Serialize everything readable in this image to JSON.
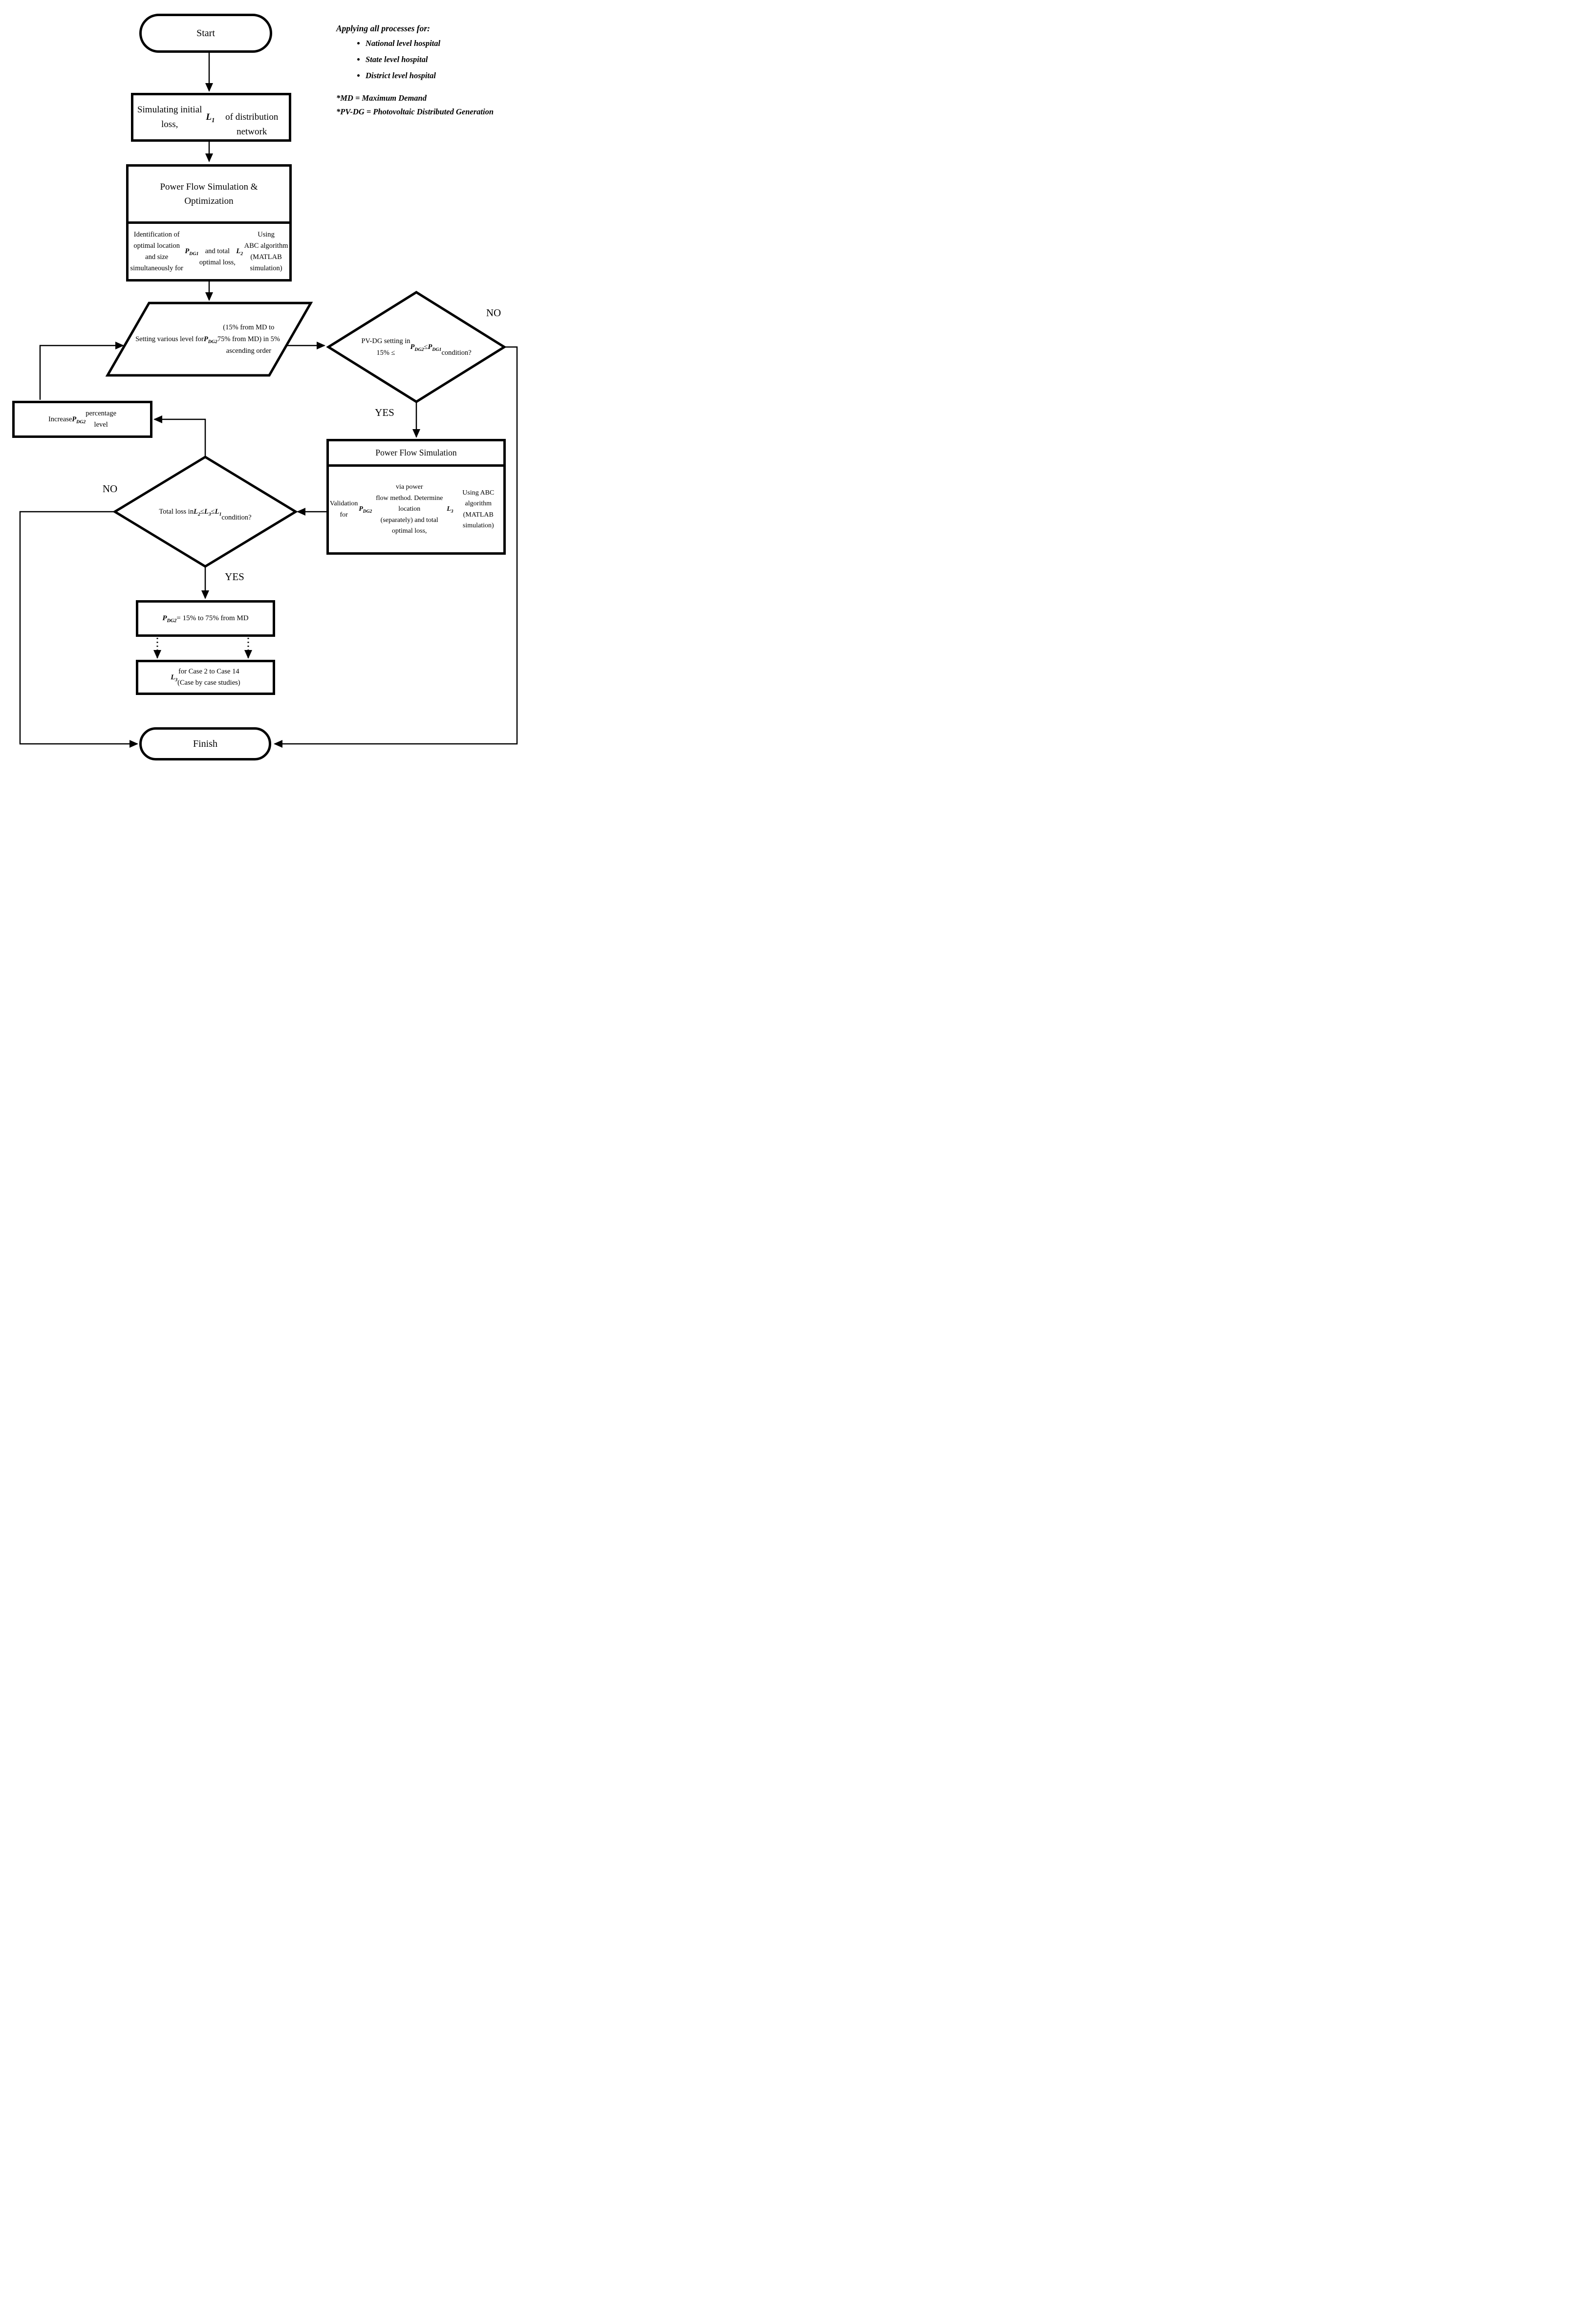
{
  "style": {
    "ink": "#000000",
    "paper": "#ffffff"
  },
  "side_note": {
    "title": "Applying all processes for:",
    "bullets": [
      "National level hospital",
      "State level hospital",
      "District level hospital"
    ],
    "footnote_md": "*MD = Maximum Demand",
    "footnote_pvdg": "*PV-DG = Photovoltaic Distributed Generation"
  },
  "nodes": {
    "start": {
      "label": "Start"
    },
    "sim_initial": {
      "label": "Simulating initial loss, **L_{1}**\nof distribution network"
    },
    "pfso": {
      "header": "Power Flow Simulation &\nOptimization",
      "body": "Identification of optimal location\nand size simultaneously for **P_{DG1}**\nand total optimal loss, **L_{2}** Using\nABC algorithm (MATLAB\nsimulation)"
    },
    "set_levels": {
      "label": "Setting various level for\n**P_{DG2}** (15% from MD to\n75% from MD) in 5%\nascending order"
    },
    "pv_check": {
      "label": "PV-DG setting in\n15% ≤ **P_{DG2}** ≤ **P_{DG1}**\ncondition?"
    },
    "increase": {
      "label": "Increase **P_{DG2}** percentage\nlevel"
    },
    "pfs": {
      "header": "Power Flow Simulation",
      "body": "Validation for **P_{DG2}** via power\nflow method. Determine location\n(separately) and total optimal loss,\n**L_{3}** Using ABC algorithm\n(MATLAB simulation)"
    },
    "loss_check": {
      "label": "Total loss in\n**L_{2}** ≤ **L_{3}** ≤  **L_{1}**\ncondition?"
    },
    "pdg2_range": {
      "label": "**P_{DG2}** = 15% to 75% from MD"
    },
    "case_results": {
      "label": "**L_{3}** for Case 2 to Case 14\n(Case by case studies)"
    },
    "finish": {
      "label": "Finish"
    }
  },
  "edge_labels": {
    "pv_no": "NO",
    "pv_yes": "YES",
    "loss_no": "NO",
    "loss_yes": "YES"
  }
}
